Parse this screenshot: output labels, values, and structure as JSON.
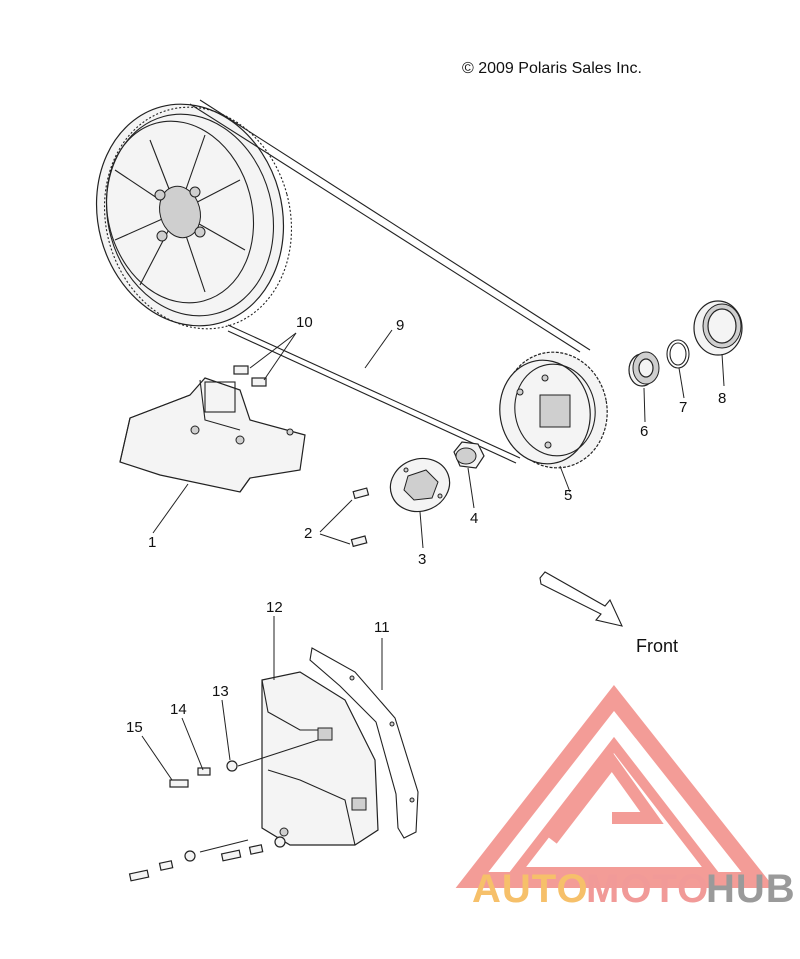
{
  "copyright": "© 2009 Polaris Sales Inc.",
  "direction_label": "Front",
  "callouts": [
    "1",
    "2",
    "3",
    "4",
    "5",
    "6",
    "7",
    "8",
    "9",
    "10",
    "11",
    "12",
    "13",
    "14",
    "15"
  ],
  "watermark": {
    "part1": "AUTO",
    "part2": "MOTO",
    "part3": "HUB",
    "colors": {
      "auto": "#f6c06a",
      "moto": "#f19a98",
      "hub": "#9a9a9a",
      "logo": "#f28b85"
    }
  }
}
